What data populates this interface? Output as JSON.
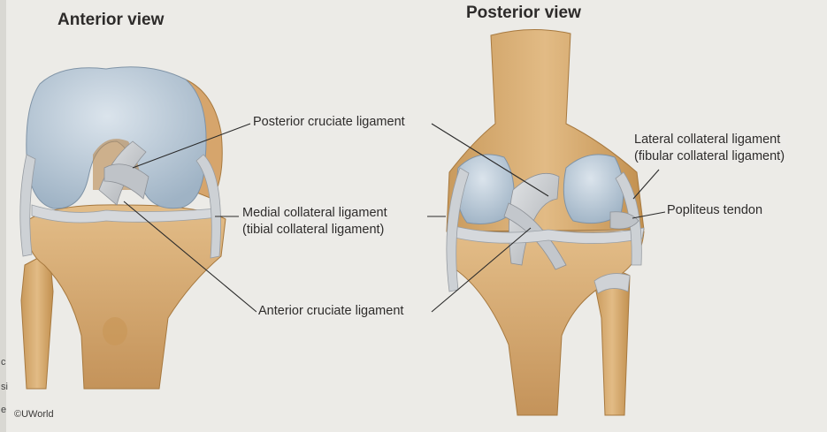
{
  "titles": {
    "anterior": "Anterior view",
    "posterior": "Posterior view"
  },
  "labels": {
    "posterior_cruciate": "Posterior cruciate ligament",
    "medial_collateral_1": "Medial collateral ligament",
    "medial_collateral_2": "(tibial collateral ligament)",
    "anterior_cruciate": "Anterior cruciate ligament",
    "lateral_collateral_1": "Lateral collateral ligament",
    "lateral_collateral_2": "(fibular collateral ligament)",
    "popliteus": "Popliteus tendon"
  },
  "copyright": "©UWorld",
  "edge_fragments": [
    "c",
    "si",
    "e"
  ],
  "colors": {
    "bone": "#d9b07a",
    "bone_shade": "#b8884f",
    "cartilage": "#b9c8d6",
    "ligament": "#c9ccd0",
    "leader": "#2a2a2a",
    "background": "#ecebe7"
  }
}
